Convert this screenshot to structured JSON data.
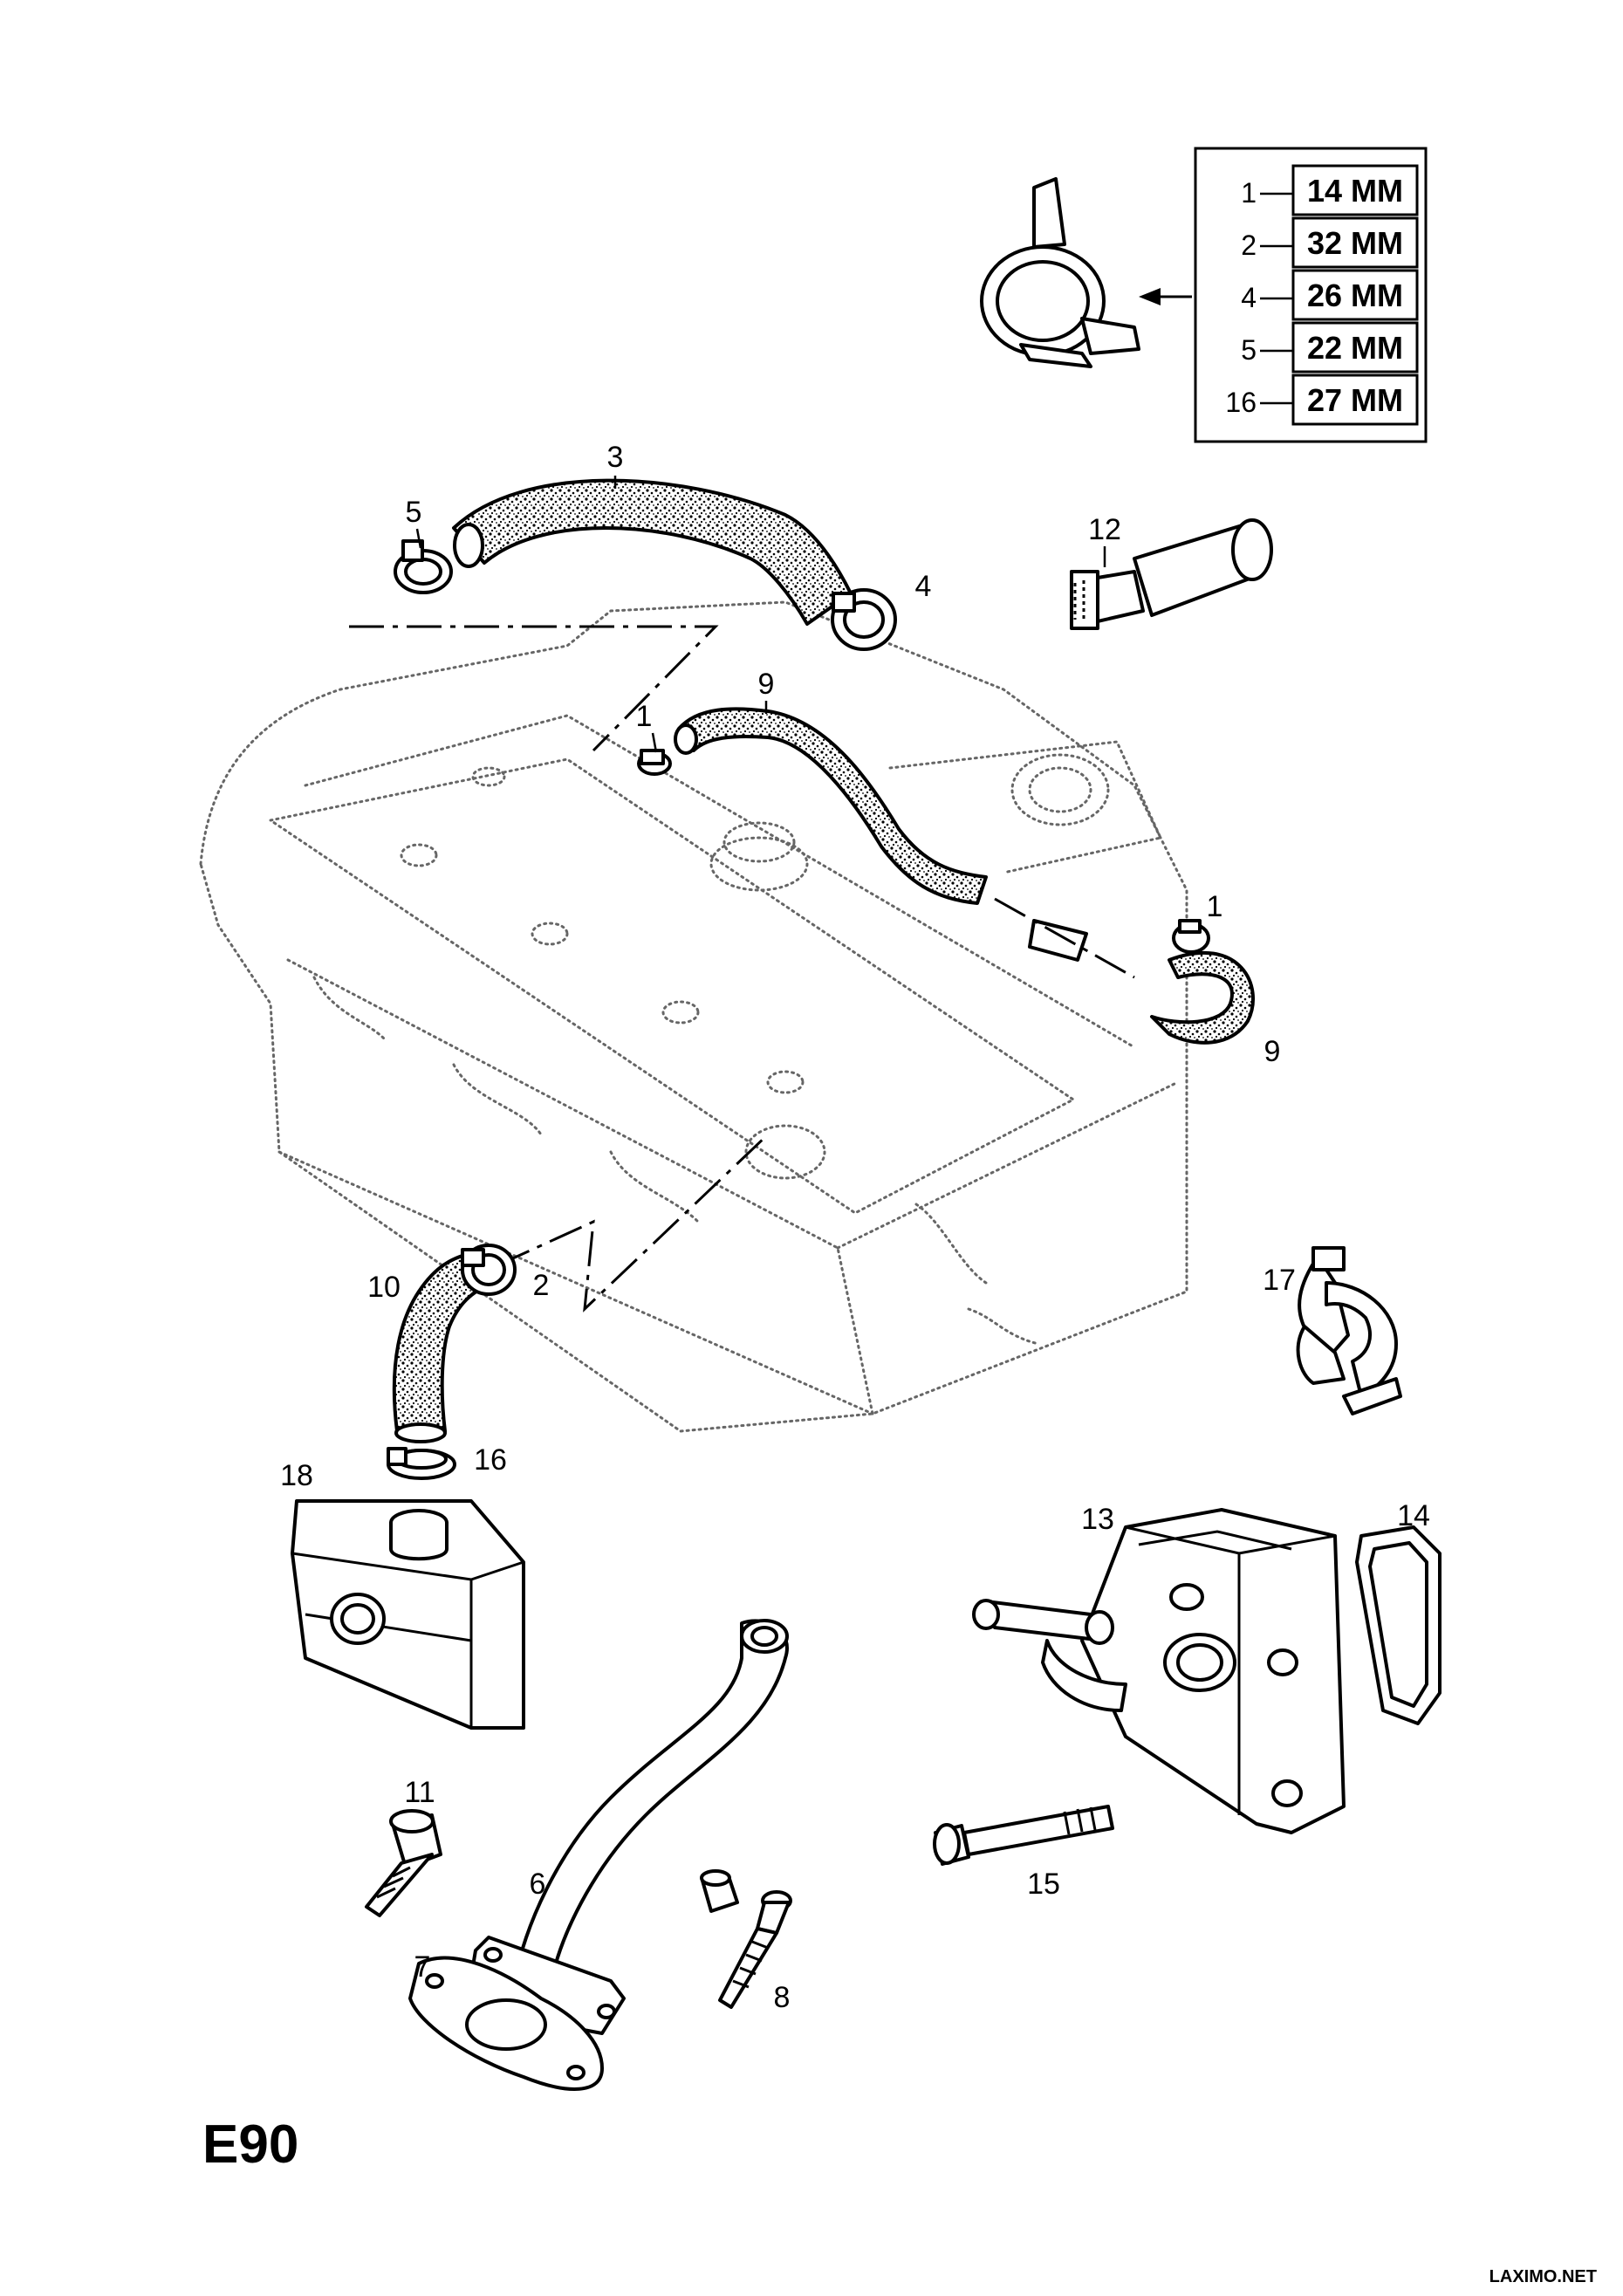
{
  "diagram_code": "E90",
  "credit": "LAXIMO.NET",
  "clamp_sizes": [
    {
      "part": "1",
      "size": "14 MM"
    },
    {
      "part": "2",
      "size": "32 MM"
    },
    {
      "part": "4",
      "size": "26 MM"
    },
    {
      "part": "5",
      "size": "22 MM"
    },
    {
      "part": "16",
      "size": "27 MM"
    }
  ],
  "callouts": {
    "c1a": "1",
    "c1b": "1",
    "c2": "2",
    "c3": "3",
    "c4": "4",
    "c5": "5",
    "c6": "6",
    "c7": "7",
    "c8": "8",
    "c9a": "9",
    "c9b": "9",
    "c10": "10",
    "c11": "11",
    "c12": "12",
    "c13": "13",
    "c14": "14",
    "c15": "15",
    "c16": "16",
    "c17": "17",
    "c18": "18"
  }
}
